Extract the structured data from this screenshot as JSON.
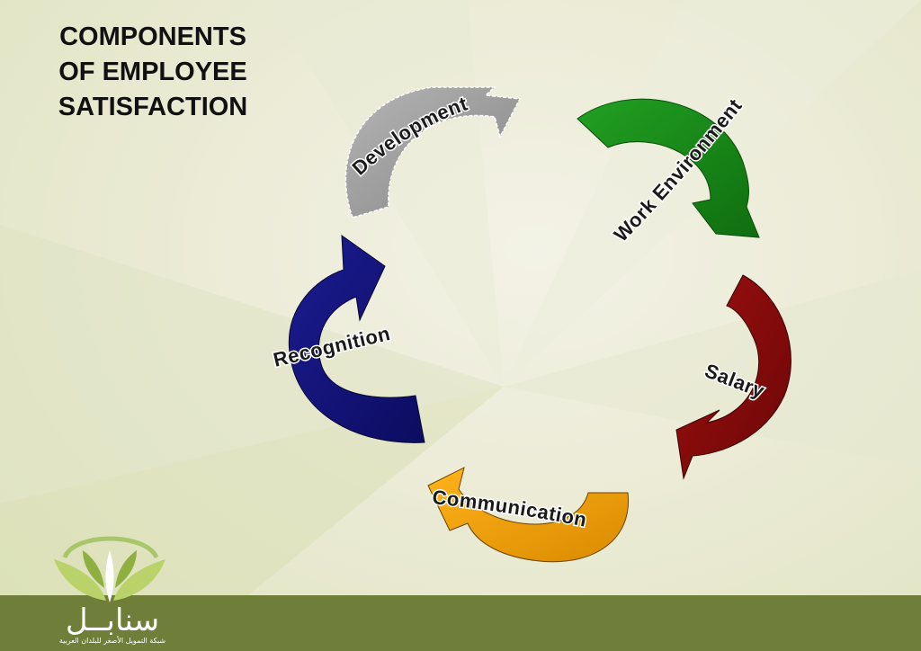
{
  "slide": {
    "title_lines": [
      "COMPONENTS",
      "OF EMPLOYEE",
      "SATISFACTION"
    ]
  },
  "cycle": {
    "arrows": [
      {
        "name": "development",
        "label": "Development",
        "color": "#9b9b9b"
      },
      {
        "name": "work-environment",
        "label": "Work Environment",
        "color": "#1a8a1a"
      },
      {
        "name": "salary",
        "label": "Salary",
        "color": "#8b0a0a"
      },
      {
        "name": "communication",
        "label": "Communication",
        "color": "#f5a000"
      },
      {
        "name": "recognition",
        "label": "Recognition",
        "color": "#14147a"
      }
    ]
  },
  "logo": {
    "arabic_name": "سنابــل",
    "subtitle": "شبكة التمويل الأصغر للبلدان العربية"
  },
  "colors": {
    "footer": "#6f7f3a",
    "title_text": "#111111"
  }
}
